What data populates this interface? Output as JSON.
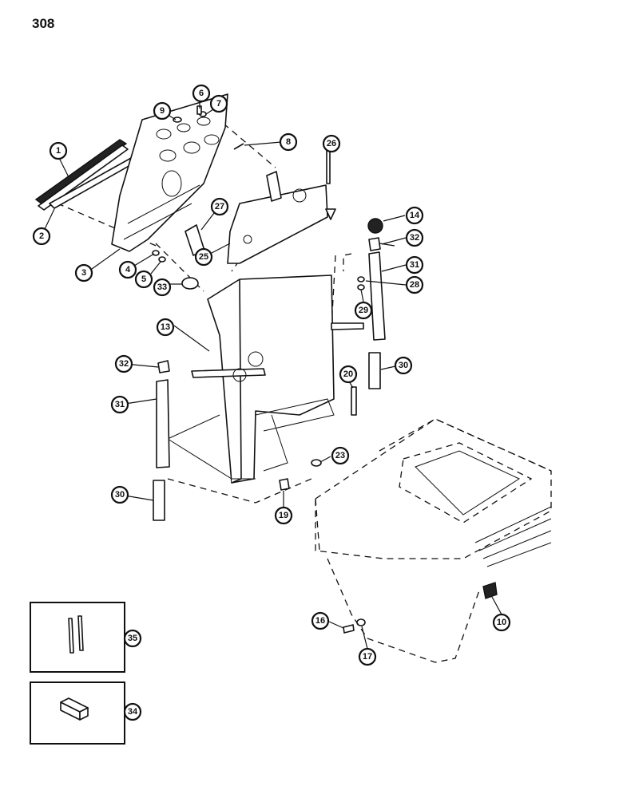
{
  "page": {
    "number": "308"
  },
  "callouts": [
    "1",
    "2",
    "3",
    "4",
    "5",
    "6",
    "7",
    "8",
    "9",
    "10",
    "13",
    "14",
    "16",
    "17",
    "19",
    "20",
    "23",
    "25",
    "26",
    "27",
    "28",
    "29",
    "30",
    "31",
    "32",
    "33",
    "34",
    "35"
  ],
  "inset_boxes": [
    {
      "callout": "35",
      "content": "two-pins-icon"
    },
    {
      "callout": "34",
      "content": "square-key-icon"
    }
  ]
}
